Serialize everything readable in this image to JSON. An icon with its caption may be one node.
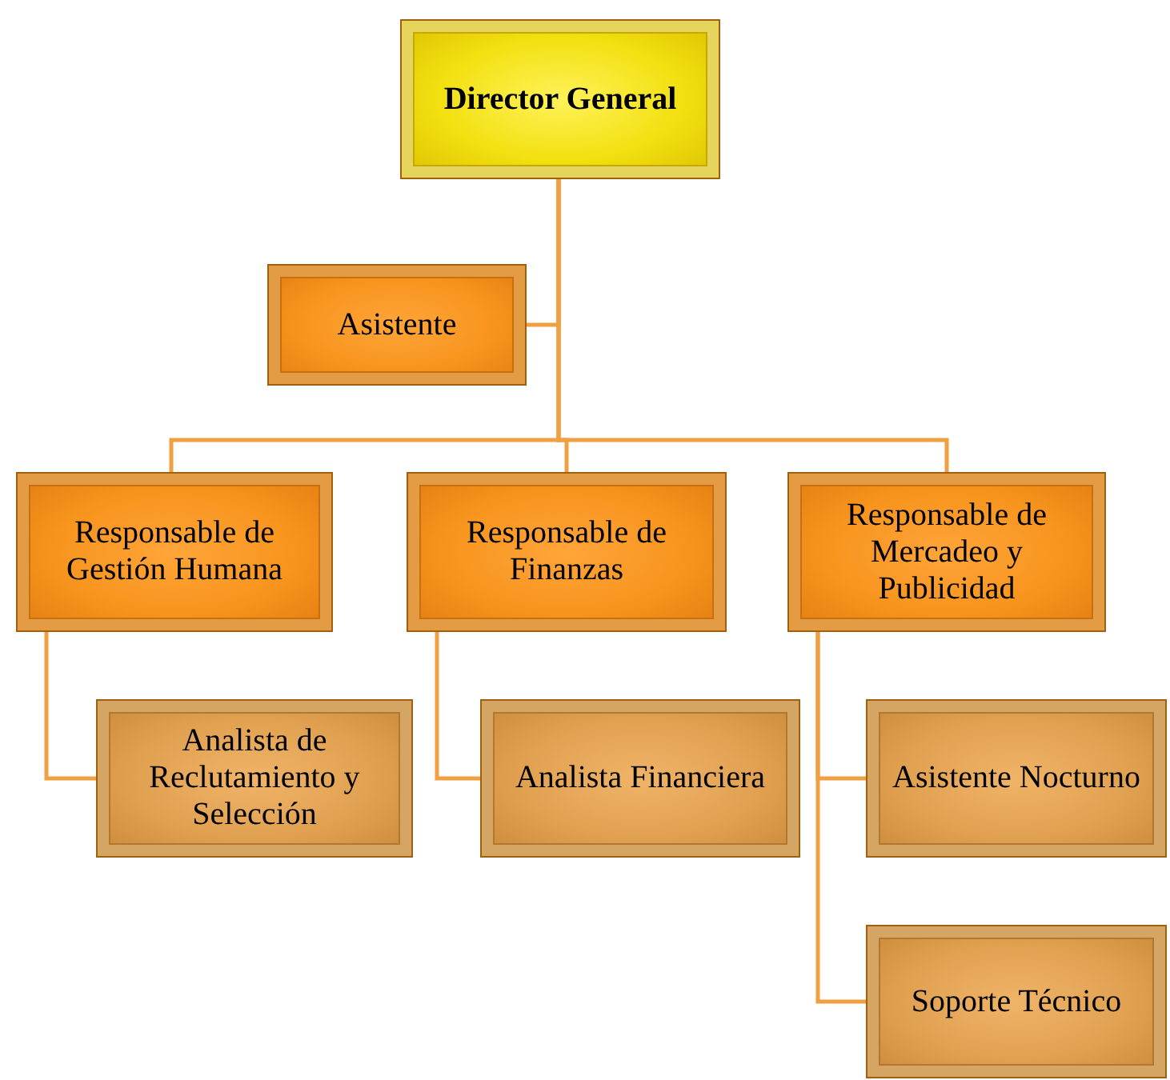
{
  "diagram": {
    "nodes": [
      {
        "text": [
          "Director General"
        ]
      },
      {
        "text": [
          "Asistente"
        ]
      },
      {
        "text": [
          "Responsable de Gestión Humana"
        ]
      },
      {
        "text": [
          "Responsable de Finanzas"
        ]
      },
      {
        "text": [
          "Responsable de Mercadeo y Publicidad"
        ]
      },
      {
        "text": [
          "Analista de Reclutamiento y Selección"
        ]
      },
      {
        "text": [
          "Analista Financiera"
        ]
      },
      {
        "text": [
          "Asistente Nocturno"
        ]
      },
      {
        "text": [
          "Soporte Técnico"
        ]
      }
    ],
    "edges": [
      {
        "from": 0,
        "to": 1,
        "arrow": "none"
      },
      {
        "from": 0,
        "to": 2,
        "arrow": "none"
      },
      {
        "from": 0,
        "to": 3,
        "arrow": "none"
      },
      {
        "from": 0,
        "to": 4,
        "arrow": "none"
      },
      {
        "from": 2,
        "to": 5,
        "arrow": "none"
      },
      {
        "from": 3,
        "to": 6,
        "arrow": "none"
      },
      {
        "from": 4,
        "to": 7,
        "arrow": "none"
      },
      {
        "from": 4,
        "to": 8,
        "arrow": "none"
      }
    ]
  }
}
